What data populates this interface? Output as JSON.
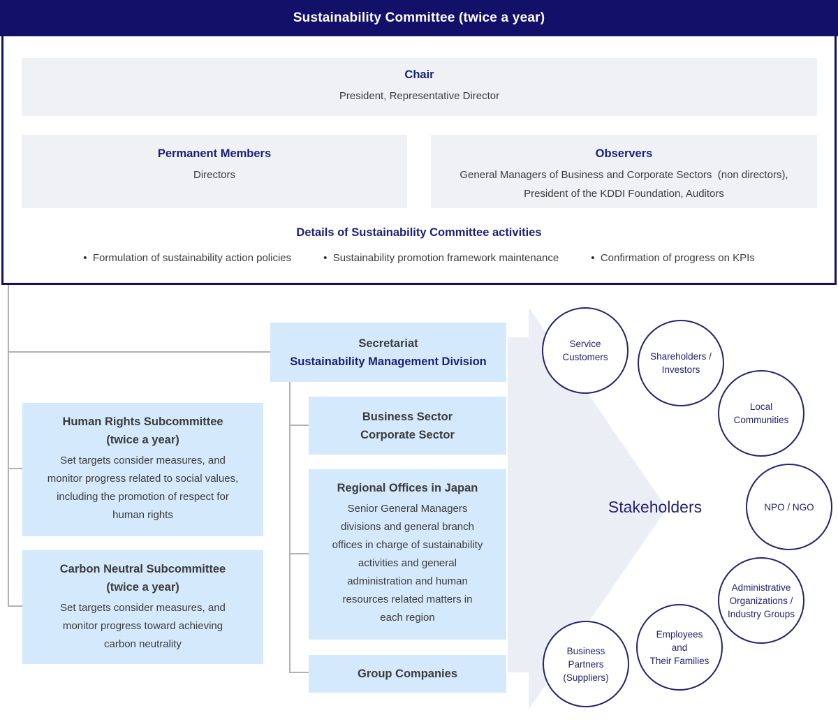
{
  "colors": {
    "navy_header": "#121068",
    "navy_text": "#1b2173",
    "circle_navy": "#23236e",
    "light_blue_box": "#d4e9fc",
    "light_gray_box": "#f0f1f5",
    "arrow_gray": "#eceef5",
    "connector_gray": "#b1b1b5",
    "body_text": "#3b3b3b"
  },
  "header": {
    "title": "Sustainability Committee (twice a year)"
  },
  "committee": {
    "chair": {
      "title": "Chair",
      "body": "President, Representative Director"
    },
    "permanent_members": {
      "title": "Permanent Members",
      "body": "Directors"
    },
    "observers": {
      "title": "Observers",
      "body": "General Managers of Business and Corporate Sectors  (non directors),\nPresident of the KDDI Foundation, Auditors"
    },
    "details": {
      "title": "Details of Sustainability Committee activities",
      "items": [
        "Formulation of sustainability action policies",
        "Sustainability promotion framework maintenance",
        "Confirmation of progress on KPIs"
      ]
    }
  },
  "org": {
    "secretariat": {
      "line1": "Secretariat",
      "line2": "Sustainability Management Division"
    },
    "business_sector": {
      "title": "Business Sector\nCorporate Sector"
    },
    "regional_offices": {
      "title": "Regional Offices in Japan",
      "body": "Senior General Managers\ndivisions and general branch\noffices in charge of sustainability\nactivities and general\nadministration and human\nresources related matters in\neach region"
    },
    "group_companies": {
      "title": "Group Companies"
    },
    "human_rights_subcommittee": {
      "title": "Human Rights Subcommittee\n(twice a year)",
      "body": "Set targets consider measures, and\nmonitor progress related to social values,\nincluding the promotion of respect for\nhuman rights"
    },
    "carbon_neutral_subcommittee": {
      "title": "Carbon Neutral Subcommittee\n(twice a year)",
      "body": "Set targets consider measures, and\nmonitor progress toward achieving\ncarbon neutrality"
    }
  },
  "stakeholders": {
    "label": "Stakeholders",
    "circles": [
      {
        "id": "service-customers",
        "text": "Service\nCustomers"
      },
      {
        "id": "shareholders-investors",
        "text": "Shareholders /\nInvestors"
      },
      {
        "id": "local-communities",
        "text": "Local\nCommunities"
      },
      {
        "id": "npo-ngo",
        "text": "NPO / NGO"
      },
      {
        "id": "administrative-organizations",
        "text": "Administrative\nOrganizations /\nIndustry Groups"
      },
      {
        "id": "employees-families",
        "text": "Employees\nand\nTheir Families"
      },
      {
        "id": "business-partners",
        "text": "Business\nPartners\n(Suppliers)"
      }
    ]
  }
}
